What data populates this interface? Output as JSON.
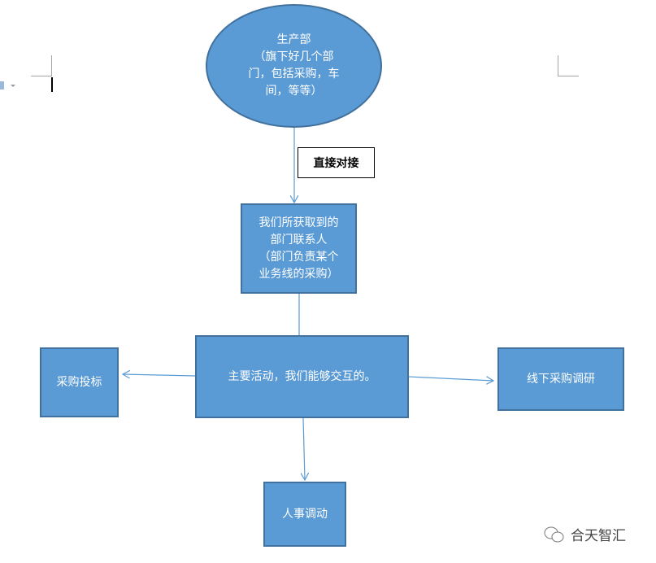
{
  "diagram": {
    "root": "生产部\n（旗下好几个部\n门，包括采购，车\n间，等等）",
    "connector_label": "直接对接",
    "contact": "我们所获取到的\n部门联系人\n（部门负责某个\n业务线的采购）",
    "main_activity": "主要活动，我们能够交互的。",
    "left": "采购投标",
    "right": "线下采购调研",
    "bottom": "人事调动"
  },
  "watermark": {
    "text": "合天智汇",
    "icon": "wechat-icon"
  },
  "colors": {
    "fill": "#5b9bd5",
    "border": "#41719c",
    "line": "#5b9bd5"
  }
}
